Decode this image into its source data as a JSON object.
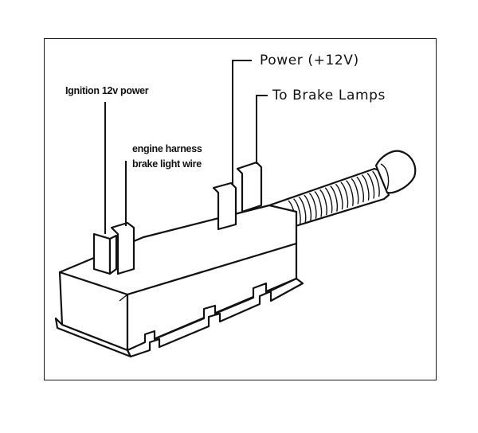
{
  "labels": {
    "ignition": "Ignition 12v power",
    "engine_harness_line1": "engine harness",
    "engine_harness_line2": "brake light wire",
    "power": "Power (+12V)",
    "brake_lamps": "To Brake Lamps"
  }
}
